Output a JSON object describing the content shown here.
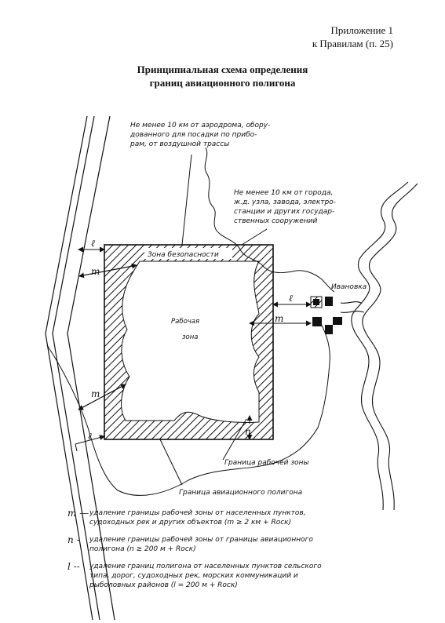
{
  "header": {
    "appendix_line1": "Приложение 1",
    "appendix_line2": "к Правилам (п. 25)"
  },
  "title": {
    "line1": "Принципиальная схема определения",
    "line2": "границ авиационного полигона"
  },
  "diagram": {
    "note_airfield": [
      "Не менее 10 км от аэродрома, обору-",
      "дованного для посадки по прибо-",
      "рам, от воздушной трассы"
    ],
    "note_city": [
      "Не менее 10 км от города,",
      "ж.д. узла, завода, электро-",
      "станции и других государ-",
      "ственных сооружений"
    ],
    "safety_zone": "Зона безопасности",
    "work_zone_line1": "Рабочая",
    "work_zone_line2": "зона",
    "village": "Ивановка",
    "work_zone_boundary": "Граница рабочей зоны",
    "polygon_boundary": "Граница авиационного полигона",
    "sym_l": "ℓ",
    "sym_m": "m",
    "sym_n": "n"
  },
  "legend": [
    {
      "symbol": "m",
      "dash": "—",
      "lines": [
        "удаление границы рабочей зоны от населенных пунктов,",
        "судоходных рек и других объектов (m ≥ 2 км + Rоск)"
      ]
    },
    {
      "symbol": "n",
      "dash": "-",
      "lines": [
        "удаление границы рабочей зоны от границы авиационного",
        "полигона (n ≥ 200 м + Rоск)"
      ]
    },
    {
      "symbol": "l",
      "dash": "--",
      "lines": [
        "удаление границ полигона от населенных пунктов сельского",
        "типа, дорог, судоходных рек, морских коммуникаций и",
        "рыболовных районов (l = 200 м + Rоск)"
      ]
    }
  ]
}
